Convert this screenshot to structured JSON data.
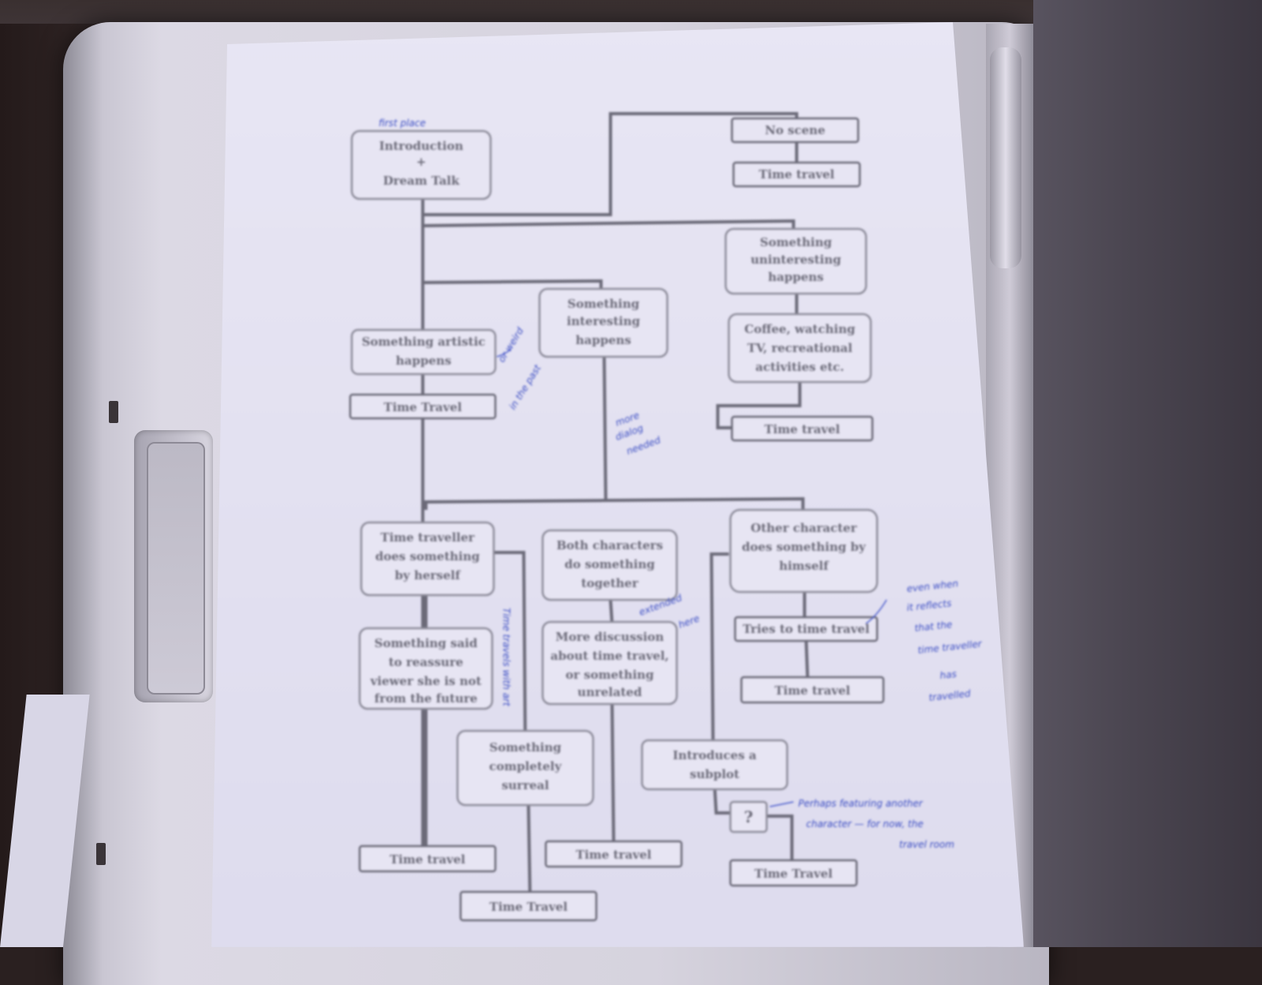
{
  "nodes": {
    "intro_line1": "Introduction",
    "intro_line2": "+",
    "intro_line3": "Dream Talk",
    "no_scene": "No scene",
    "time_travel": "Time travel",
    "time_travel_caps": "Time Travel",
    "uninteresting_l1": "Something",
    "uninteresting_l2": "uninteresting",
    "uninteresting_l3": "happens",
    "interesting_l1": "Something",
    "interesting_l2": "interesting",
    "interesting_l3": "happens",
    "artistic_l1": "Something artistic",
    "artistic_l2": "happens",
    "coffee_l1": "Coffee, watching",
    "coffee_l2": "TV, recreational",
    "coffee_l3": "activities etc.",
    "traveller_l1": "Time traveller",
    "traveller_l2": "does something",
    "traveller_l3": "by herself",
    "both_l1": "Both characters",
    "both_l2": "do something",
    "both_l3": "together",
    "other_l1": "Other character",
    "other_l2": "does something by",
    "other_l3": "himself",
    "said_l1": "Something said",
    "said_l2": "to reassure",
    "said_l3": "viewer she is not",
    "said_l4": "from the future",
    "discussion_l1": "More discussion",
    "discussion_l2": "about time travel,",
    "discussion_l3": "or something",
    "discussion_l4": "unrelated",
    "tries": "Tries to time travel",
    "completely_l1": "Something",
    "completely_l2": "completely",
    "completely_l3": "surreal",
    "introduces_l1": "Introduces a",
    "introduces_l2": "subplot",
    "question": "?"
  },
  "handwriting": {
    "first_place": "first place",
    "note_weird": "or weird",
    "note_weird2": "in the past",
    "note_more": "more",
    "note_more2": "dialog",
    "note_more3": "needed",
    "note_vertical": "Time travels with art",
    "note_extra": "extended",
    "note_extra2": "here",
    "note_right1": "even when",
    "note_right2": "it reflects",
    "note_right3": "that the",
    "note_right4": "time traveller",
    "note_right5": "has",
    "note_right6": "travelled",
    "note_bottom1": "Perhaps featuring another",
    "note_bottom2": "character — for now, the",
    "note_bottom3": "travel room"
  },
  "colors": {
    "paper": "#e4e2f2",
    "ink": "#6b6a78",
    "pen": "#3d4fc4"
  }
}
